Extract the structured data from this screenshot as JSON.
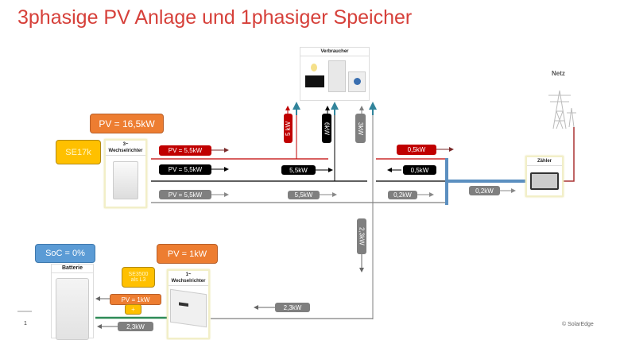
{
  "title": "3phasige PV Anlage und 1phasiger Speicher",
  "pv_total": "PV = 16,5kW",
  "inverter_main": {
    "model": "SE17k",
    "label_line1": "3~",
    "label_line2": "Wechselrichter"
  },
  "phase_outputs": [
    {
      "label": "PV = 5,5kW",
      "color": "#c00000"
    },
    {
      "label": "PV = 5,5kW",
      "color": "#000000"
    },
    {
      "label": "PV = 5,5kW",
      "color": "#7f7f7f"
    }
  ],
  "consumer": {
    "title": "Verbraucher",
    "loads": [
      "5 kW",
      "6kW",
      "3kW"
    ]
  },
  "mid_flows": {
    "black": "5,5kW",
    "gray": "5,5kW"
  },
  "grid_flows": {
    "red": "0,5kW",
    "black": "0,5kW",
    "gray": "0,2kW"
  },
  "meter": {
    "title": "Zähler",
    "flow": "0,2kW"
  },
  "grid": {
    "title": "Netz"
  },
  "battery_path": {
    "vertical": "2,3kW",
    "bottom": "2,3kW"
  },
  "battery": {
    "soc": "SoC = 0%",
    "title": "Batterie"
  },
  "storage_inverter": {
    "pv": "PV = 1kW",
    "model_line1": "SE3500",
    "model_line2": "als L3",
    "label_line1": "1~",
    "label_line2": "Wechselrichter",
    "pv_small": "PV = 1kW",
    "plus": "+",
    "charge": "2,3kW"
  },
  "slide_number": "1",
  "copyright": "© SolarEdge"
}
